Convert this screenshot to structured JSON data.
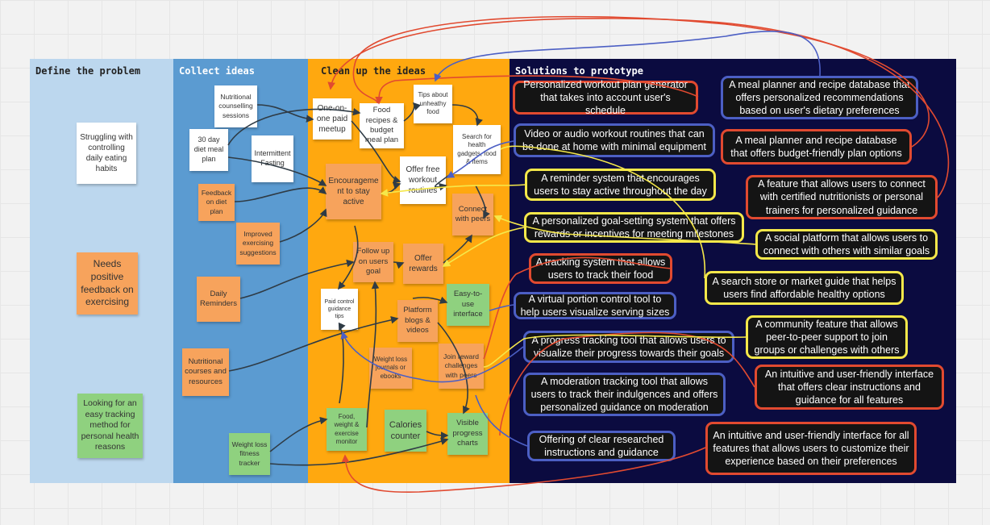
{
  "columns": {
    "define": "Define the problem",
    "collect": "Collect ideas",
    "cleanup": "Clean up the ideas",
    "solutions": "Solutions to prototype"
  },
  "define_notes": [
    "Struggling with controlling daily eating habits",
    "Needs positive feedback on exercising",
    "Looking for an easy tracking method for personal health reasons"
  ],
  "collect_notes": [
    "Nutritional counselling sessions",
    "30 day diet meal plan",
    "Intermittent Fasting",
    "Feedback on diet plan",
    "Improved exercising suggestions",
    "Daily Reminders",
    "Nutritional courses and resources",
    "Weight loss fitness tracker"
  ],
  "cleanup_notes": [
    "One-on-one paid meetup",
    "Food recipes & budget meal plan",
    "Tips about unheathy food",
    "Search for health gadgets, food & items",
    "Encourageme nt to stay active",
    "Offer free workout routines",
    "Connect with peers",
    "Follow up on users goal",
    "Offer rewards",
    "Paid control guidance tips",
    "Platform blogs & videos",
    "Easy-to-use interface",
    "Weight loss journals or ebooks",
    "Join reward challenges with peers",
    "Food, weight & exercise monitor",
    "Calories counter",
    "Visible progress charts"
  ],
  "solutions_left": [
    "Personalized workout plan generator that takes into account user's schedule",
    "Video or audio workout routines that can be done at home with minimal equipment",
    "A reminder system that encourages users to stay active throughout the day",
    "A personalized goal-setting system that offers rewards or incentives for meeting milestones",
    "A tracking system that allows users to track their food",
    "A virtual portion control tool to help users visualize serving sizes",
    "A progress tracking tool that allows users to visualize their progress towards their goals",
    "A moderation tracking tool that allows users to track their indulgences and offers personalized guidance on moderation",
    "Offering of clear researched instructions and guidance"
  ],
  "solutions_right": [
    "A meal planner and recipe database that offers personalized recommendations based on user's dietary preferences",
    "A meal planner and recipe database that offers budget-friendly plan options",
    "A feature that allows users to connect with certified nutritionists or personal trainers for personalized guidance",
    "A social platform that allows users to connect with others with similar goals",
    "A search store or market guide that helps users find affordable healthy options",
    "A community feature that allows peer-to-peer support to join groups or challenges with others",
    "An intuitive and user-friendly interface that offers clear instructions and guidance for all features",
    "An intuitive and user-friendly interface for all features that allows users to customize their experience based on their preferences"
  ],
  "colors": {
    "define_bg": "#bcd7ee",
    "collect_bg": "#5b9bd1",
    "cleanup_bg": "#ffa80f",
    "solutions_bg": "#0b0b40",
    "red": "#e14a30",
    "blue": "#4c5fc4",
    "yellow": "#f5e84a",
    "connector": "#2f3b45"
  }
}
